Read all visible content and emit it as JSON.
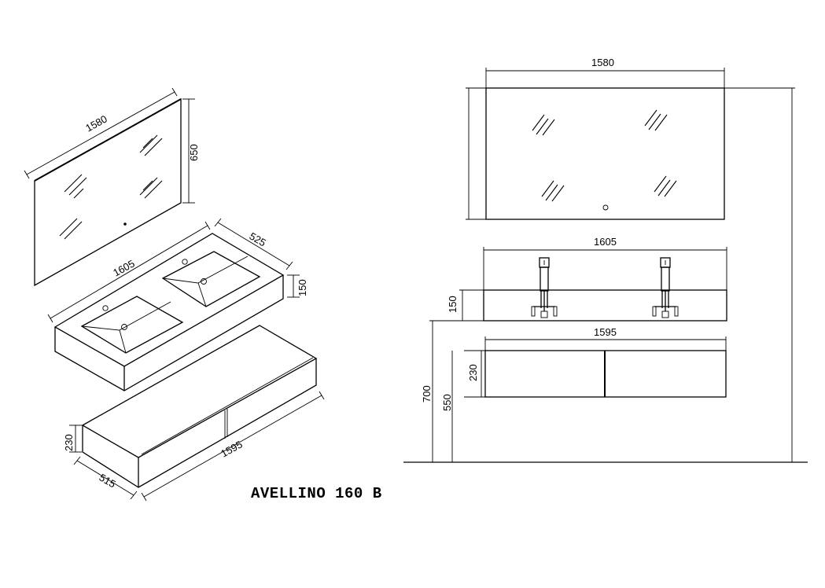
{
  "title": "AVELLINO 160 B",
  "dimensions": {
    "mirror_width": "1580",
    "mirror_height": "650",
    "basin_width": "1605",
    "basin_depth": "525",
    "basin_height": "150",
    "cabinet_width": "1595",
    "cabinet_depth": "515",
    "cabinet_height": "230",
    "total_height": "700",
    "cabinet_mount_height": "550"
  }
}
